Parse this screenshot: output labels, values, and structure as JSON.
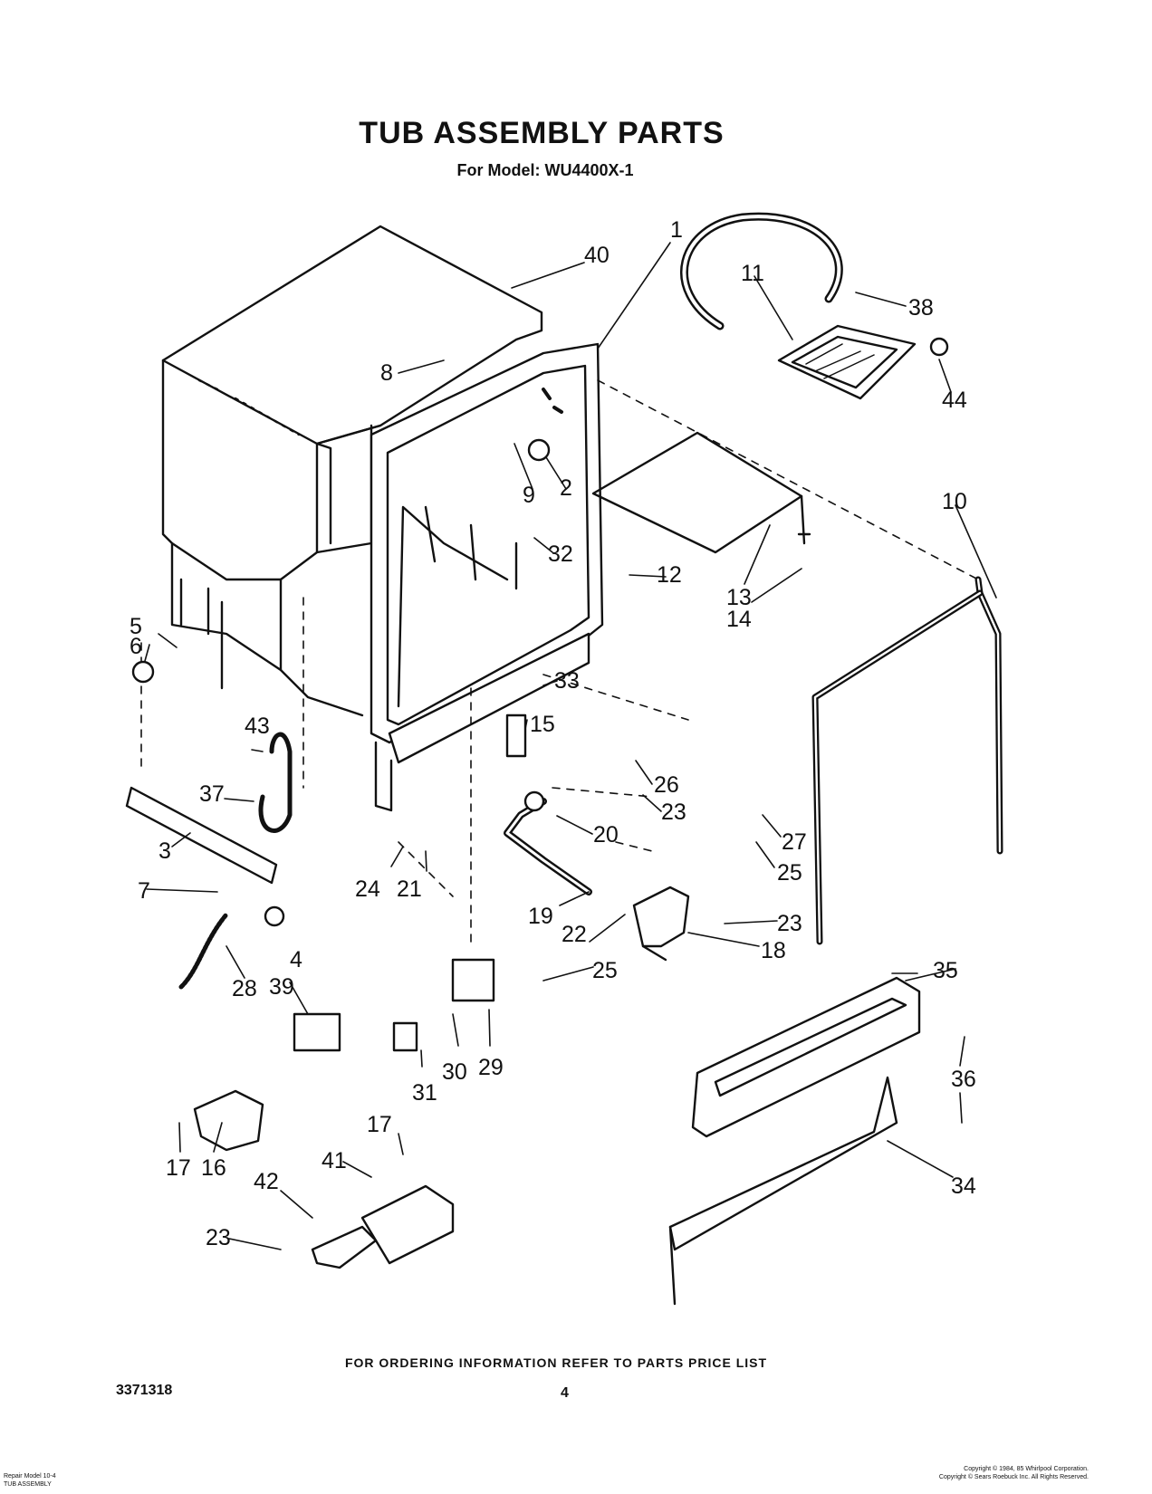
{
  "header": {
    "title": "TUB ASSEMBLY PARTS",
    "model_line": "For Model: WU4400X-1"
  },
  "callouts": {
    "c1": "1",
    "c2": "2",
    "c3": "3",
    "c4": "4",
    "c5": "5",
    "c6": "6",
    "c7": "7",
    "c8": "8",
    "c9": "9",
    "c10": "10",
    "c11": "11",
    "c12": "12",
    "c13": "13",
    "c14": "14",
    "c15": "15",
    "c16": "16",
    "c17a": "17",
    "c17b": "17",
    "c18": "18",
    "c19": "19",
    "c20": "20",
    "c21": "21",
    "c22": "22",
    "c23a": "23",
    "c23b": "23",
    "c23c": "23",
    "c24": "24",
    "c25a": "25",
    "c25b": "25",
    "c26": "26",
    "c27": "27",
    "c28": "28",
    "c29": "29",
    "c30": "30",
    "c31": "31",
    "c32": "32",
    "c33": "33",
    "c34": "34",
    "c35": "35",
    "c36": "36",
    "c37": "37",
    "c38": "38",
    "c39": "39",
    "c40": "40",
    "c41": "41",
    "c42": "42",
    "c43": "43",
    "c44": "44"
  },
  "footer": {
    "ordering_note": "FOR ORDERING INFORMATION REFER TO PARTS PRICE LIST",
    "document_number": "3371318",
    "page_number": "4",
    "bottom_left_line1": "Repair Model 10-4",
    "bottom_left_line2": "TUB ASSEMBLY",
    "copyright_line1": "Copyright © 1984, 85 Whirlpool Corporation.",
    "copyright_line2": "Copyright © Sears Roebuck Inc. All Rights Reserved."
  }
}
